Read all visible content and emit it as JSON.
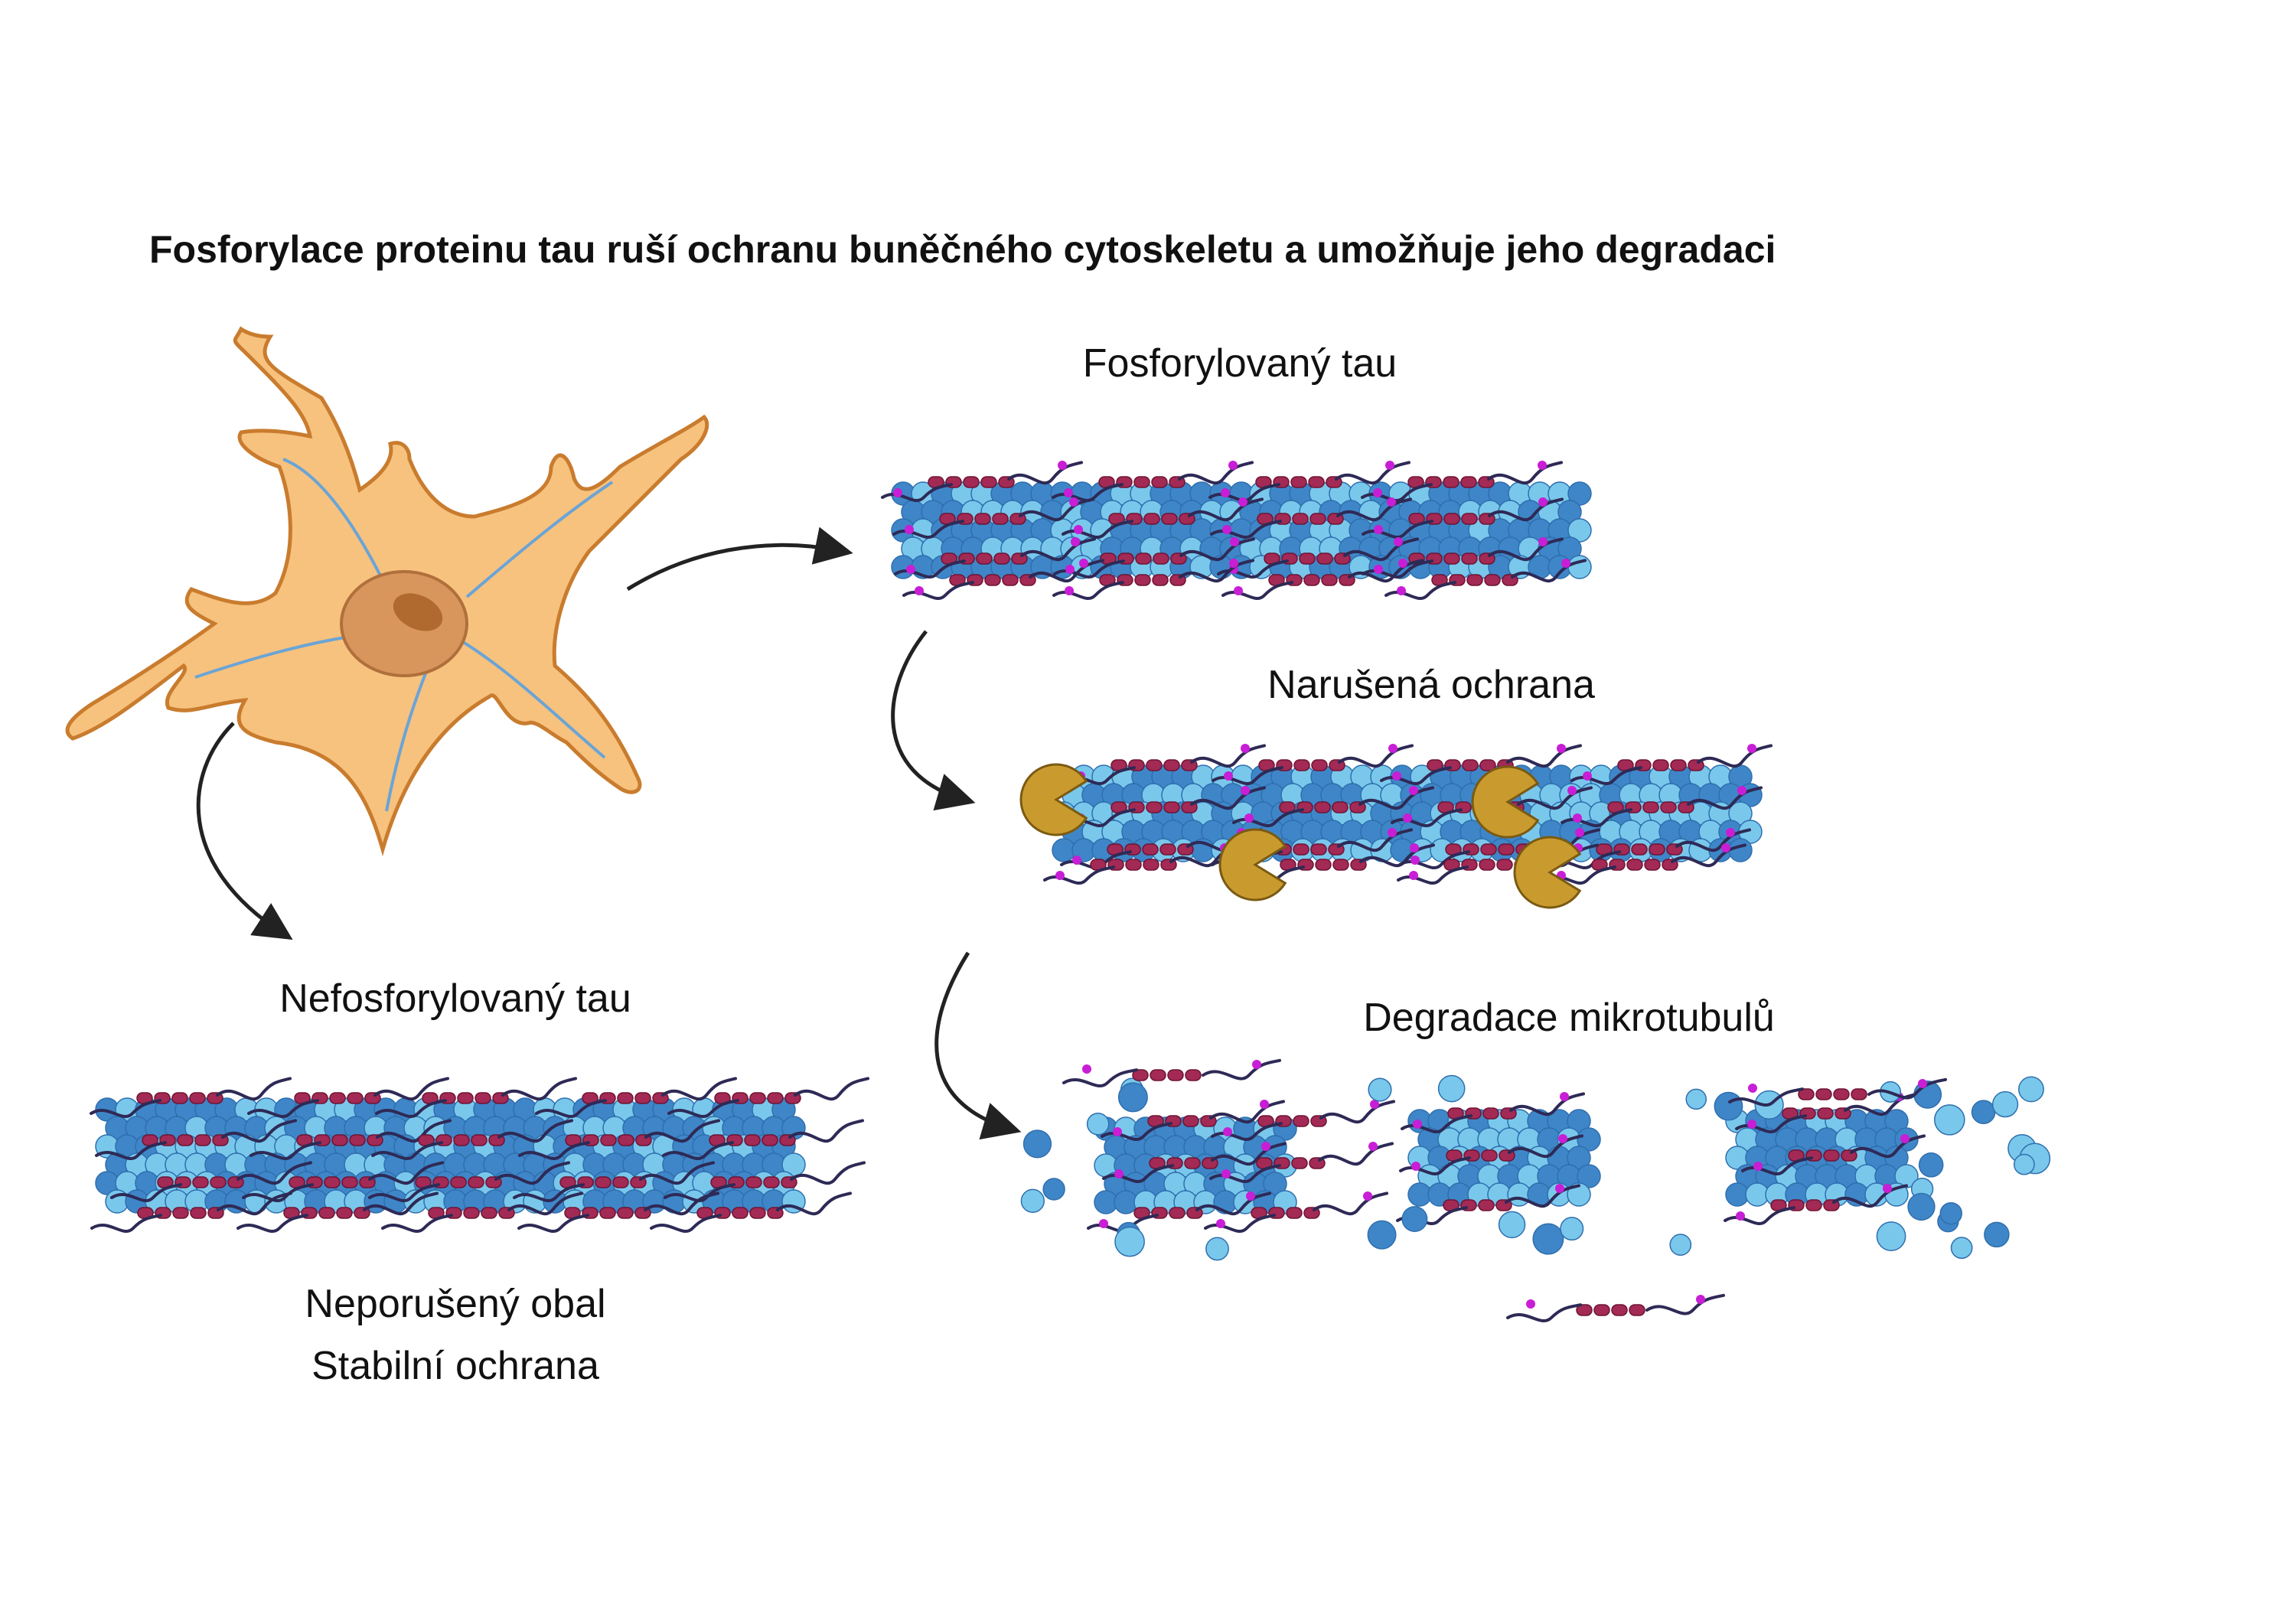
{
  "title": "Fosforylace proteinu tau ruší ochranu buněčného cytoskeletu a umožňuje jeho degradaci",
  "labels": {
    "unphosphorylated": "Nefosforylovaný tau",
    "intact_line1": "Neporušený obal",
    "intact_line2": "Stabilní ochrana",
    "phosphorylated": "Fosforylovaný tau",
    "disrupted": "Narušená ochrana",
    "degradation": "Degradace mikrotubulů"
  },
  "colors": {
    "tubulin_dark": "#3f86c8",
    "tubulin_light": "#79c8ec",
    "tau_beads": "#a32a55",
    "tau_strand": "#2e2a56",
    "phosphate": "#c81ed6",
    "enzyme": "#c99a2e",
    "cell_body": "#f7c27e",
    "nucleus": "#d8965c",
    "arrow": "#222222"
  },
  "icons": [
    "neuron-cell-icon",
    "microtubule-icon",
    "tau-protein-icon",
    "phosphate-group-icon",
    "protease-enzyme-icon",
    "tubulin-dimer-icon"
  ]
}
